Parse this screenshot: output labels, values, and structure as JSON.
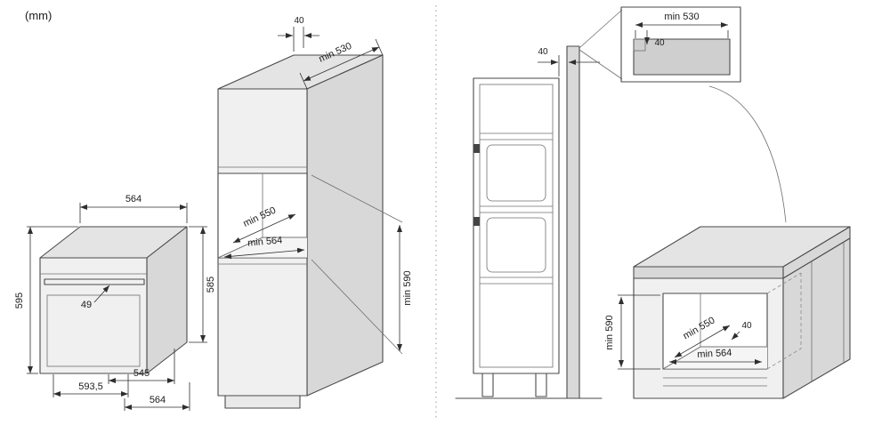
{
  "unit_label": "(mm)",
  "colors": {
    "outline": "#4a4a4a",
    "dimension": "#2e2e2e",
    "face_front": "#f0f0f0",
    "face_top": "#e4e4e4",
    "face_side": "#d8d8d8",
    "wall_panel": "#d9d9d9",
    "inset_panel": "#cfcfcf",
    "plinth": "#e9e9e9"
  },
  "oven_front_view": {
    "width_top": "564",
    "height_left": "595",
    "handle_depth": "49",
    "height_right": "585",
    "depth": "545",
    "depth_total": "593,5",
    "width_bottom": "564"
  },
  "tall_column_view": {
    "rear_gap_top": "40",
    "top_depth": "min 530",
    "niche_depth": "min 550",
    "niche_width": "min 564",
    "niche_height": "min 590"
  },
  "side_section_view": {
    "rear_gap": "40"
  },
  "top_detail_inset": {
    "depth": "min 530",
    "rear_gap": "40"
  },
  "base_cabinet_view": {
    "niche_height": "min 590",
    "niche_depth": "min 550",
    "rear_gap": "40",
    "niche_width": "min 564"
  }
}
